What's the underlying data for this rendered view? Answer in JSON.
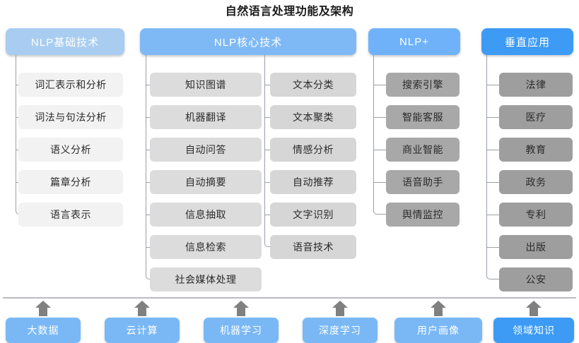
{
  "title": "自然语言处理功能及架构",
  "colors": {
    "header_basic": "#a8cdf0",
    "header_core": "#7fb9f5",
    "header_plus": "#6fb2fa",
    "header_vertical": "#3d9bf5",
    "item_col1": "#f2f2f2",
    "item_col2": "#dcdcdc",
    "item_col3": "#d6d6d6",
    "item_col4": "#a8a8a8",
    "item_col5": "#9e9e9e",
    "foundation": "#7ab8f5",
    "foundation_last": "#3d9bf5",
    "connector": "#9aa0a6",
    "baseline": "#b9bcc0",
    "arrow": "#808080",
    "title_text": "#1a1a1a"
  },
  "headers": [
    {
      "label": "NLP基础技术",
      "name": "header-nlp-basic"
    },
    {
      "label": "NLP核心技术",
      "name": "header-nlp-core"
    },
    {
      "label": "NLP+",
      "name": "header-nlp-plus"
    },
    {
      "label": "垂直应用",
      "name": "header-vertical-application"
    }
  ],
  "columns": [
    {
      "name": "column-nlp-basic",
      "items": [
        "词汇表示和分析",
        "词法与句法分析",
        "语义分析",
        "篇章分析",
        "语言表示"
      ]
    },
    {
      "name": "column-nlp-core-left",
      "items": [
        "知识图谱",
        "机器翻译",
        "自动问答",
        "自动摘要",
        "信息抽取",
        "信息检索",
        "社会媒体处理"
      ]
    },
    {
      "name": "column-nlp-core-right",
      "items": [
        "文本分类",
        "文本聚类",
        "情感分析",
        "自动推荐",
        "文字识别",
        "语音技术"
      ]
    },
    {
      "name": "column-nlp-plus",
      "items": [
        "搜索引擎",
        "智能客服",
        "商业智能",
        "语音助手",
        "舆情监控"
      ]
    },
    {
      "name": "column-vertical-application",
      "items": [
        "法律",
        "医疗",
        "教育",
        "政务",
        "专利",
        "出版",
        "公安"
      ]
    }
  ],
  "foundation": [
    "大数据",
    "云计算",
    "机器学习",
    "深度学习",
    "用户画像",
    "领域知识"
  ]
}
